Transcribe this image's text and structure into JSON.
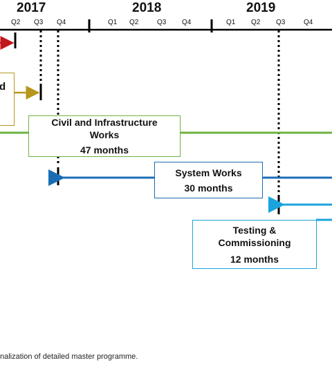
{
  "timeline": {
    "years": [
      "2017",
      "2018",
      "2019"
    ],
    "quarters_2017": [
      "Q2",
      "Q3",
      "Q4"
    ],
    "quarters_2018": [
      "Q1",
      "Q2",
      "Q3",
      "Q4"
    ],
    "quarters_2019": [
      "Q1",
      "Q2",
      "Q3",
      "Q4"
    ]
  },
  "boxes": {
    "cut_left_label": "d",
    "civil": {
      "line1": "Civil and Infrastructure",
      "line2": "Works",
      "duration": "47 months"
    },
    "system": {
      "line1": "System Works",
      "duration": "30 months"
    },
    "testing": {
      "line1": "Testing &",
      "line2": "Commissioning",
      "duration": "12 months"
    }
  },
  "footnote": "nalization of detailed master programme.",
  "colors": {
    "red_arrow": "#c0181e",
    "gold_arrow": "#b8961c",
    "green_line": "#6cb33f",
    "blue_line": "#1a6db5",
    "cyan_line": "#1aa3dc"
  }
}
